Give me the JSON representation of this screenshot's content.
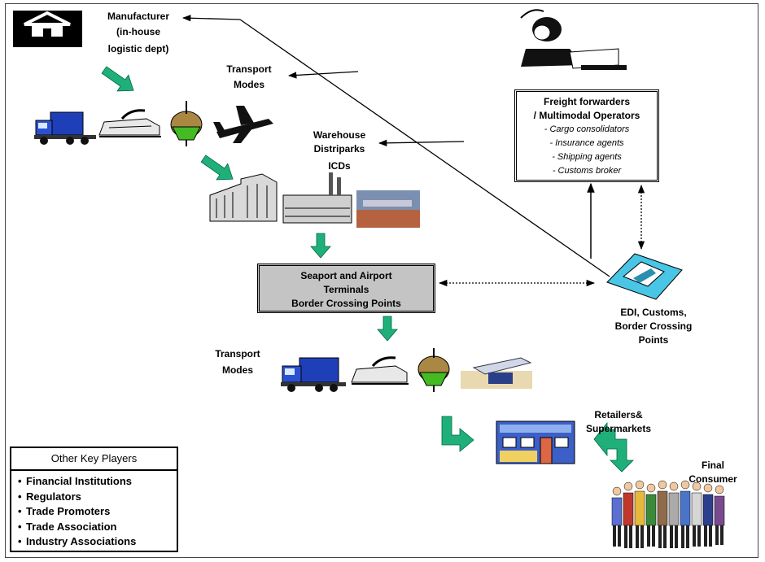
{
  "labels": {
    "manufacturer": [
      "Manufacturer",
      "(in-house",
      "logistic dept)"
    ],
    "transport_modes_top": [
      "Transport",
      "Modes"
    ],
    "warehouse": [
      "Warehouse",
      "Distriparks",
      "ICDs"
    ],
    "transport_modes_bottom": [
      "Transport",
      "Modes"
    ],
    "edi": [
      "EDI, Customs,",
      "Border Crossing",
      "Points"
    ],
    "retailers": [
      "Retailers&",
      "Supermarkets"
    ],
    "final_consumer": [
      "Final",
      "Consumer"
    ]
  },
  "freight_box": {
    "title": [
      "Freight forwarders",
      "/ Multimodal Operators"
    ],
    "items": [
      "- Cargo consolidators",
      "-  Insurance agents",
      "- Shipping agents",
      "- Customs broker"
    ]
  },
  "terminal_box": [
    "Seaport and Airport",
    "Terminals",
    "Border Crossing Points"
  ],
  "players_box": {
    "header": "Other Key Players",
    "items": [
      "Financial Institutions",
      "Regulators",
      "Trade Promoters",
      "Trade Association",
      " Industry Associations"
    ]
  },
  "icons": [
    "house-icon",
    "truck-icon",
    "train-icon",
    "ship-icon",
    "airplane-icon",
    "factory-icon",
    "warehouse-icon",
    "port-photo",
    "cargo-plane-icon",
    "edi-computer-icon",
    "office-worker-icon",
    "store-icon",
    "consumers-icon"
  ],
  "colors": {
    "arrow_green": "#1fb07a",
    "terminal_fill": "#c4c4c4",
    "truck_blue": "#1f3fb8",
    "edi_cyan": "#49c6e6"
  }
}
